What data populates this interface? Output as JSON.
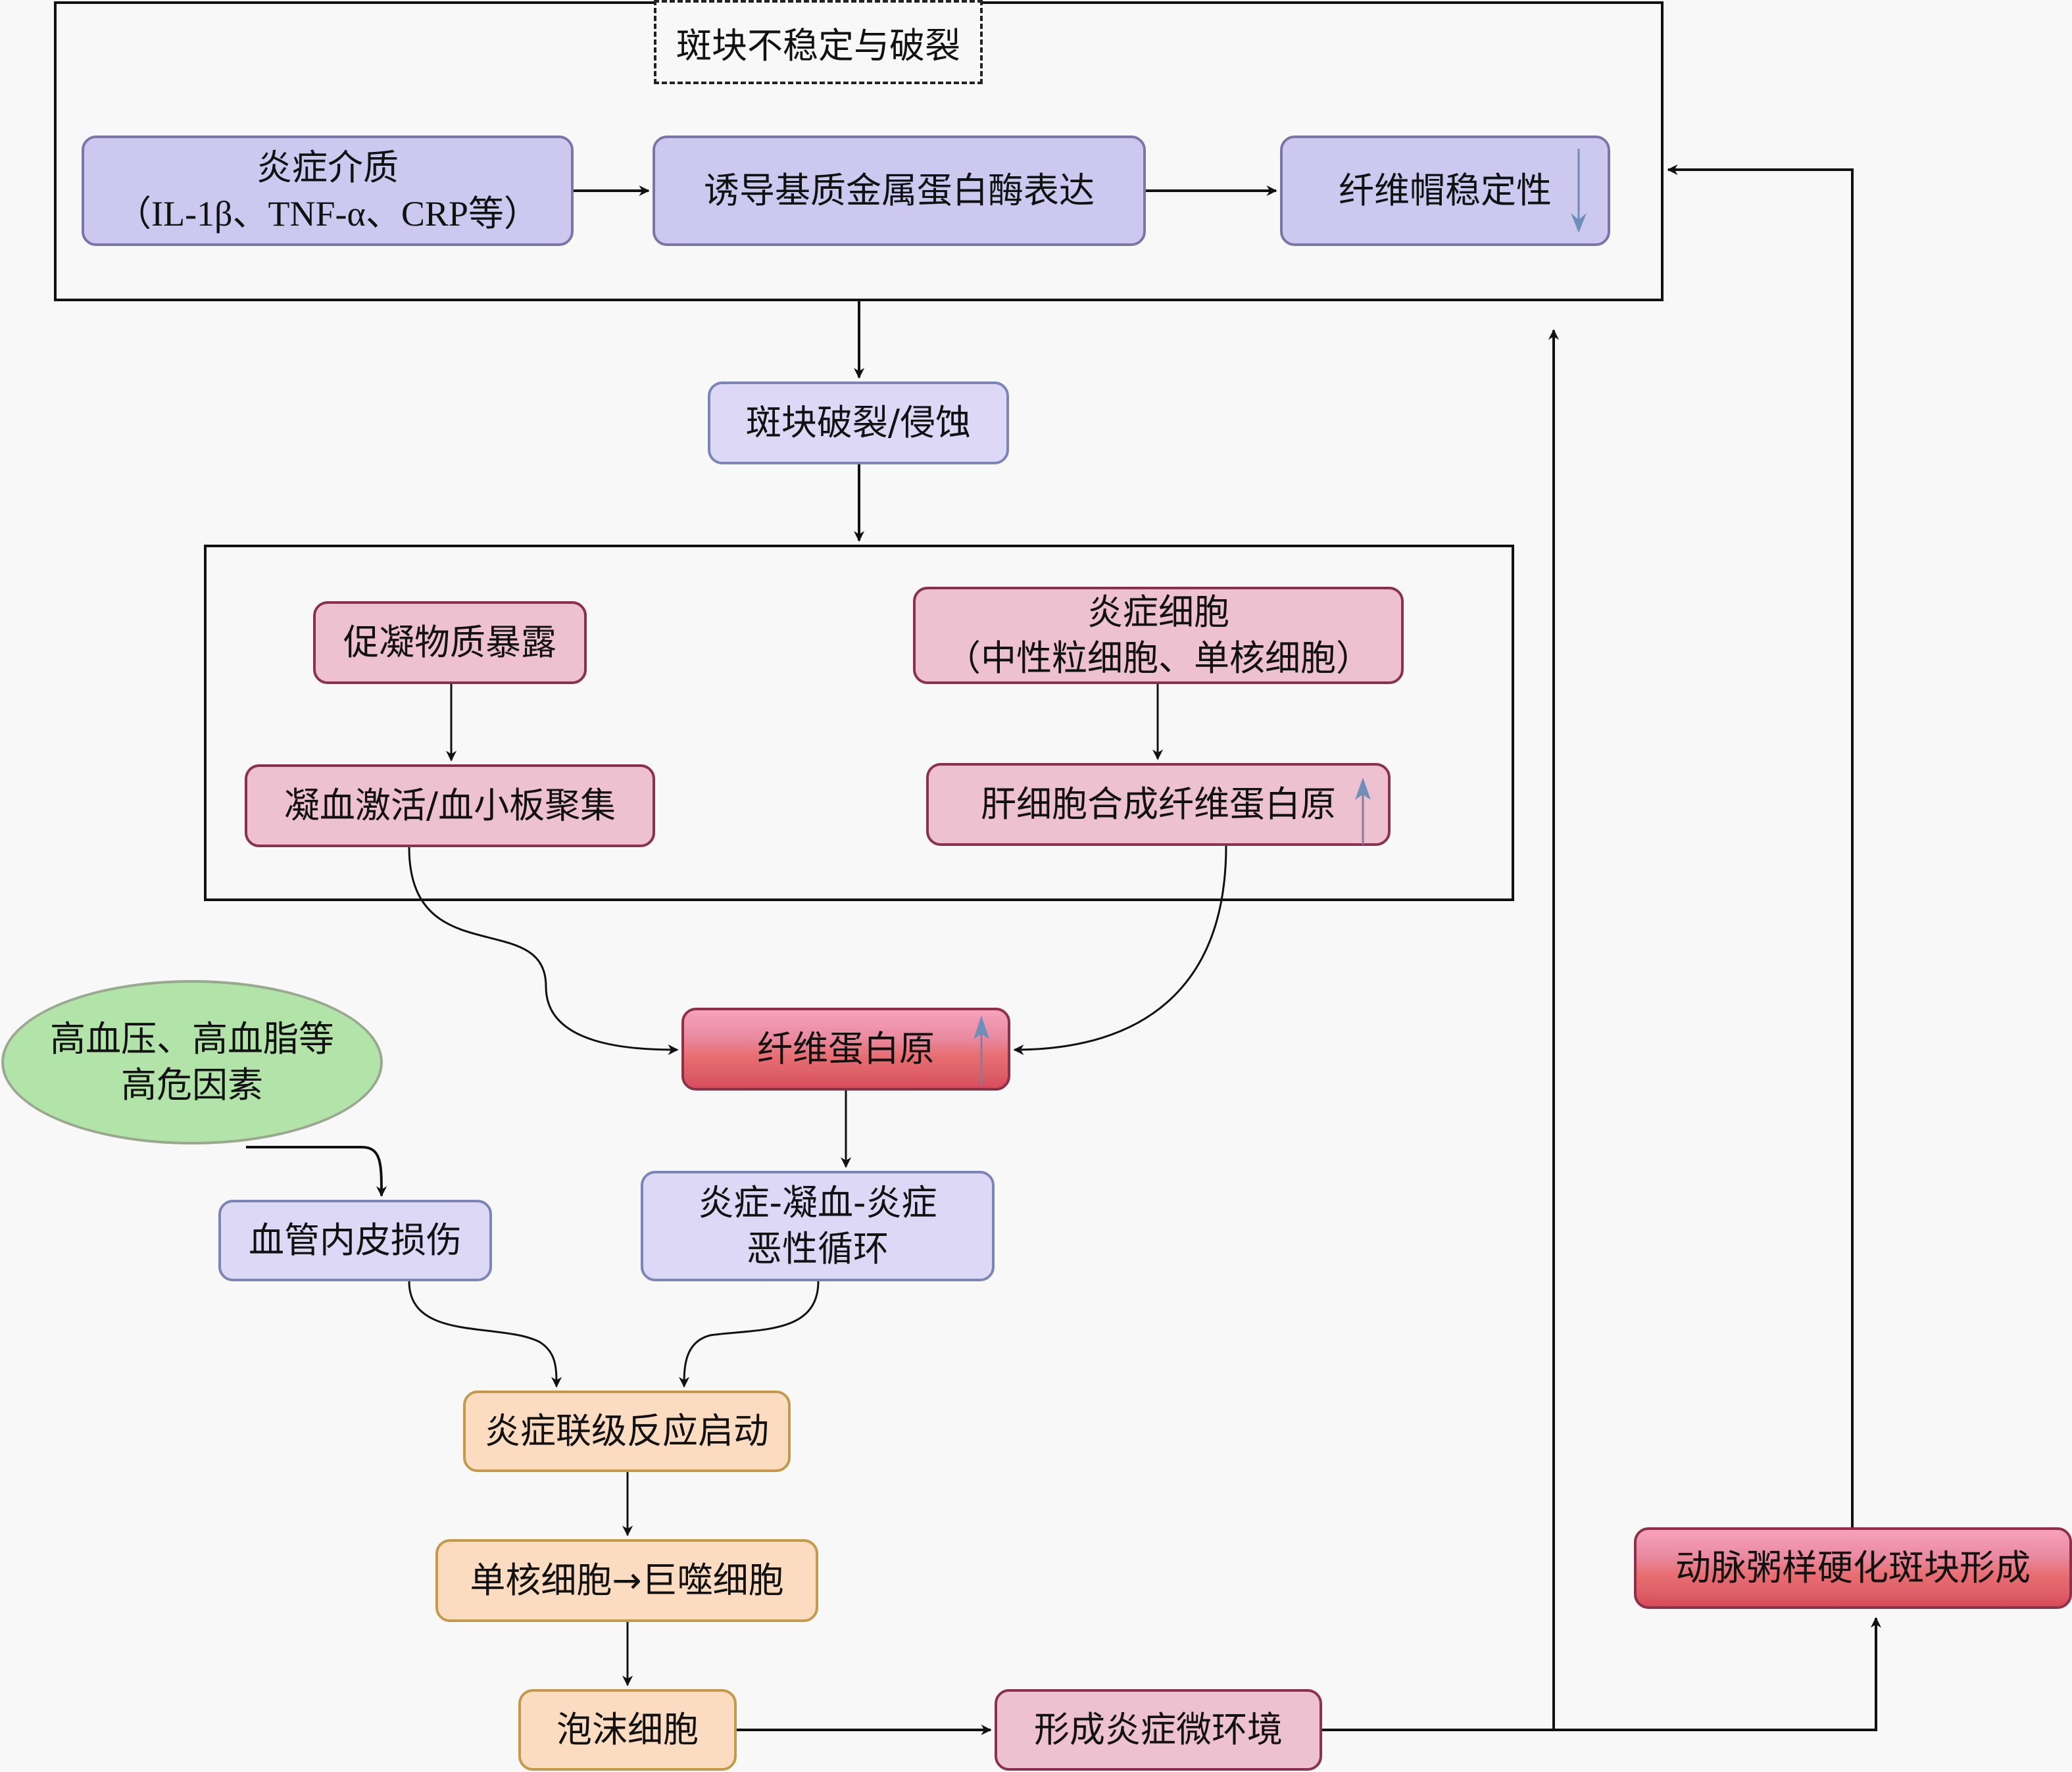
{
  "group_top": {
    "label": "斑块不稳定与破裂",
    "nodes": {
      "inflammatory_mediators": {
        "line1": "炎症介质",
        "line2": "（IL-1β、TNF-α、CRP等）"
      },
      "mmp_expression": {
        "label": "诱导基质金属蛋白酶表达"
      },
      "fibrous_cap_stability": {
        "label": "纤维帽稳定性",
        "indicator": "down"
      }
    }
  },
  "plaque_rupture": {
    "label": "斑块破裂/侵蚀"
  },
  "group_middle": {
    "nodes": {
      "procoagulant_exposure": {
        "label": "促凝物质暴露"
      },
      "coagulation_activation": {
        "label": "凝血激活/血小板聚集"
      },
      "inflammatory_cells": {
        "line1": "炎症细胞",
        "line2": "（中性粒细胞、单核细胞）"
      },
      "hepatocyte_fibrinogen": {
        "label": "肝细胞合成纤维蛋白原",
        "indicator": "up"
      }
    }
  },
  "fibrinogen": {
    "label": "纤维蛋白原",
    "indicator": "up"
  },
  "risk_factors": {
    "line1": "高血压、高血脂等",
    "line2": "高危因素"
  },
  "endothelial_injury": {
    "label": "血管内皮损伤"
  },
  "vicious_cycle": {
    "line1": "炎症-凝血-炎症",
    "line2": "恶性循环"
  },
  "cascade_start": {
    "label": "炎症联级反应启动"
  },
  "monocyte_macrophage": {
    "label": "单核细胞→巨噬细胞"
  },
  "foam_cells": {
    "label": "泡沫细胞"
  },
  "micro_environment": {
    "label": "形成炎症微环境"
  },
  "plaque_formation": {
    "label": "动脉粥样硬化斑块形成"
  },
  "colors": {
    "indicator": "#6f8fb8",
    "line": "#111111"
  }
}
